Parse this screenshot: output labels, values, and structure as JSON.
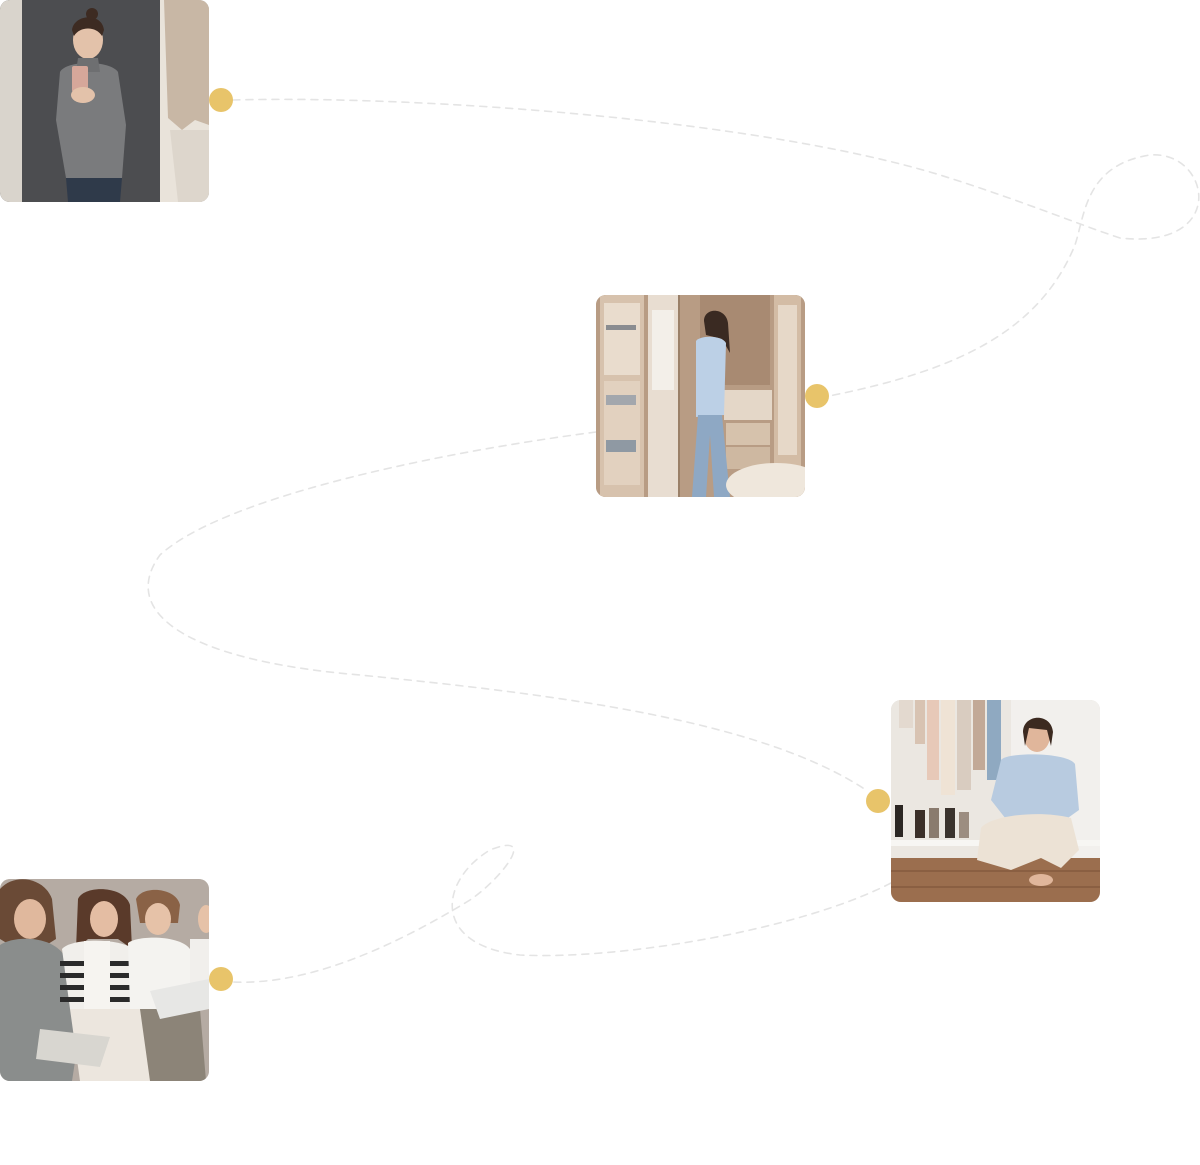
{
  "colors": {
    "background": "#ffffff",
    "dot": "#e8c46a",
    "path": "#e4e4e4"
  },
  "timeline": {
    "steps": [
      {
        "id": 1,
        "image": "fitting-room-selfie-photo",
        "marker": "timeline-dot"
      },
      {
        "id": 2,
        "image": "wardrobe-closet-photo",
        "marker": "timeline-dot"
      },
      {
        "id": 3,
        "image": "seated-by-shoe-rack-photo",
        "marker": "timeline-dot"
      },
      {
        "id": 4,
        "image": "group-reading-magazine-photo",
        "marker": "timeline-dot"
      }
    ]
  }
}
